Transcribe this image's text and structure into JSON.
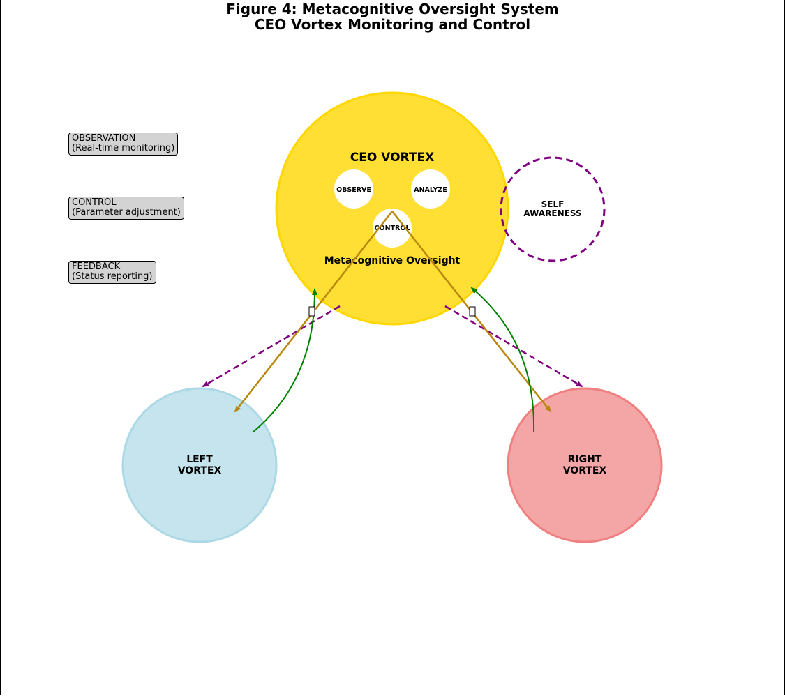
{
  "figure": {
    "title_line1": "Figure 4: Metacognitive Oversight System",
    "title_line2": "CEO Vortex Monitoring and Control"
  },
  "legend": [
    {
      "name": "OBSERVATION",
      "desc": "(Real-time monitoring)"
    },
    {
      "name": "CONTROL",
      "desc": "(Parameter adjustment)"
    },
    {
      "name": "FEEDBACK",
      "desc": "(Status reporting)"
    }
  ],
  "ceo": {
    "title": "CEO VORTEX",
    "subtitle": "Metacognitive Oversight",
    "nodes": {
      "observe": "OBSERVE",
      "analyze": "ANALYZE",
      "control": "CONTROL"
    }
  },
  "self_awareness": {
    "line1": "SELF",
    "line2": "AWARENESS"
  },
  "left_vortex": {
    "line1": "LEFT",
    "line2": "VORTEX"
  },
  "right_vortex": {
    "line1": "RIGHT",
    "line2": "VORTEX"
  },
  "colors": {
    "ceo": "#ffd700",
    "left": "#add8e6",
    "right": "#f08080",
    "observation_arrow": "#800080",
    "control_arrow": "#b8860b",
    "feedback_arrow": "#008000"
  },
  "icons": {
    "left_eye": "eye-icon",
    "right_eye": "eye-icon"
  }
}
